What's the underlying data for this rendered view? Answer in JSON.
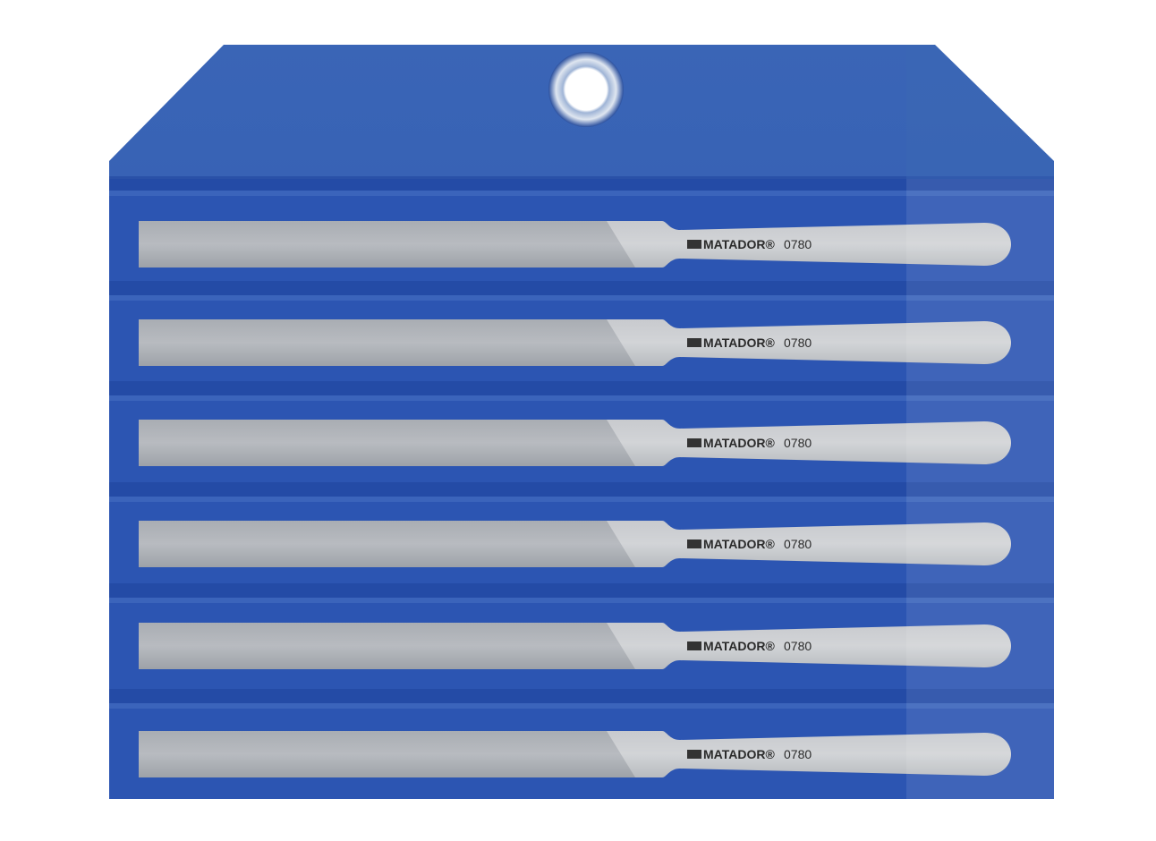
{
  "product": {
    "brand": "MATADOR",
    "registered_mark": "®",
    "model": "0780",
    "colors": {
      "pouch": "#2f5cb8",
      "pouch_dark": "#1f45a0",
      "steel": "#b9bcc0"
    }
  },
  "files": [
    {
      "brand": "MATADOR®",
      "model": "0780"
    },
    {
      "brand": "MATADOR®",
      "model": "0780"
    },
    {
      "brand": "MATADOR®",
      "model": "0780"
    },
    {
      "brand": "MATADOR®",
      "model": "0780"
    },
    {
      "brand": "MATADOR®",
      "model": "0780"
    },
    {
      "brand": "MATADOR®",
      "model": "0780"
    }
  ]
}
